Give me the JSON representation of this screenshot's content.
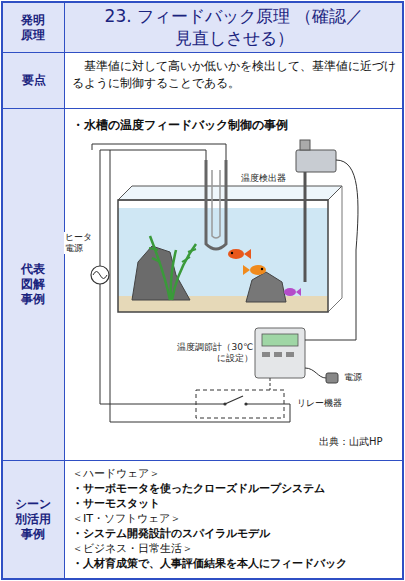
{
  "diagram": {
    "nodes": [
      {
        "text": [
          "発明原理"
        ]
      },
      {
        "text": [
          "23. フィードバック原理 （確認／見直しさせる）"
        ]
      },
      {
        "text": [
          "要点"
        ]
      },
      {
        "text": [
          "　基準値に対して高いか低いかを検出して、基準値に近づけるように制御することである。"
        ]
      },
      {
        "text": [
          "代表図解事例"
        ]
      },
      {
        "text": [
          "・水槽の温度フィードバック制御の事例"
        ]
      },
      {
        "text": [
          "シーン別活用事例"
        ]
      },
      {
        "text": [
          "＜ハードウェア＞",
          "・サーボモータを使ったクローズドループシステム",
          "・サーモスタット",
          "＜IT・ソフトウェア＞",
          "・システム開発設計のスパイラルモデル",
          "＜ビジネス・日常生活＞",
          "・人材育成策で、人事評価結果を本人にフィードバック"
        ]
      }
    ],
    "labels": [
      "温度検出器",
      "ヒータ電源",
      "温度調節計（30℃に設定）",
      "電源",
      "リレー機器",
      "出典：山武HP"
    ]
  }
}
